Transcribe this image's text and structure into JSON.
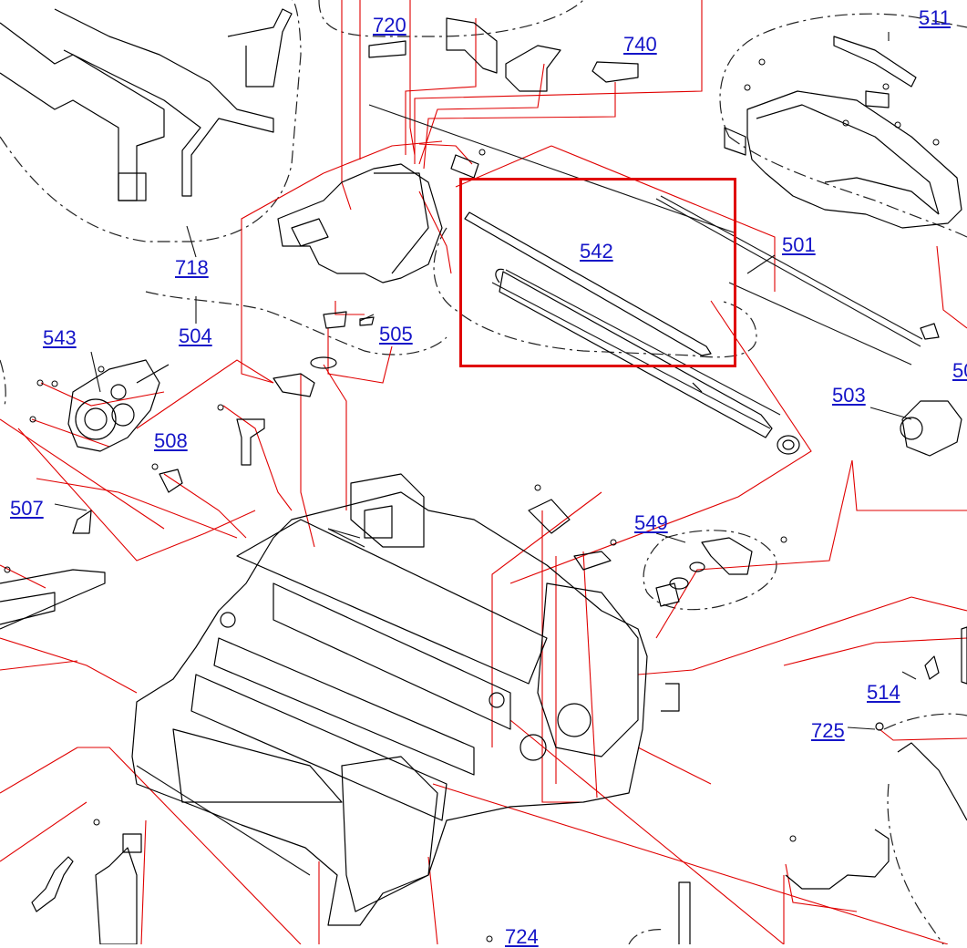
{
  "diagram": {
    "colors": {
      "leader": "#e00000",
      "outline": "#000000",
      "label": "#1515c8",
      "highlight": "#e00000"
    },
    "part_labels": {
      "p720": "720",
      "p740": "740",
      "p511": "511",
      "p718": "718",
      "p542": "542",
      "p501": "501",
      "p504": "504",
      "p505": "505",
      "p543": "543",
      "p503": "503",
      "p508": "508",
      "p507": "507",
      "p549": "549",
      "p514": "514",
      "p725": "725",
      "p724": "724",
      "p50x": "50"
    },
    "highlighted_part": "542"
  }
}
